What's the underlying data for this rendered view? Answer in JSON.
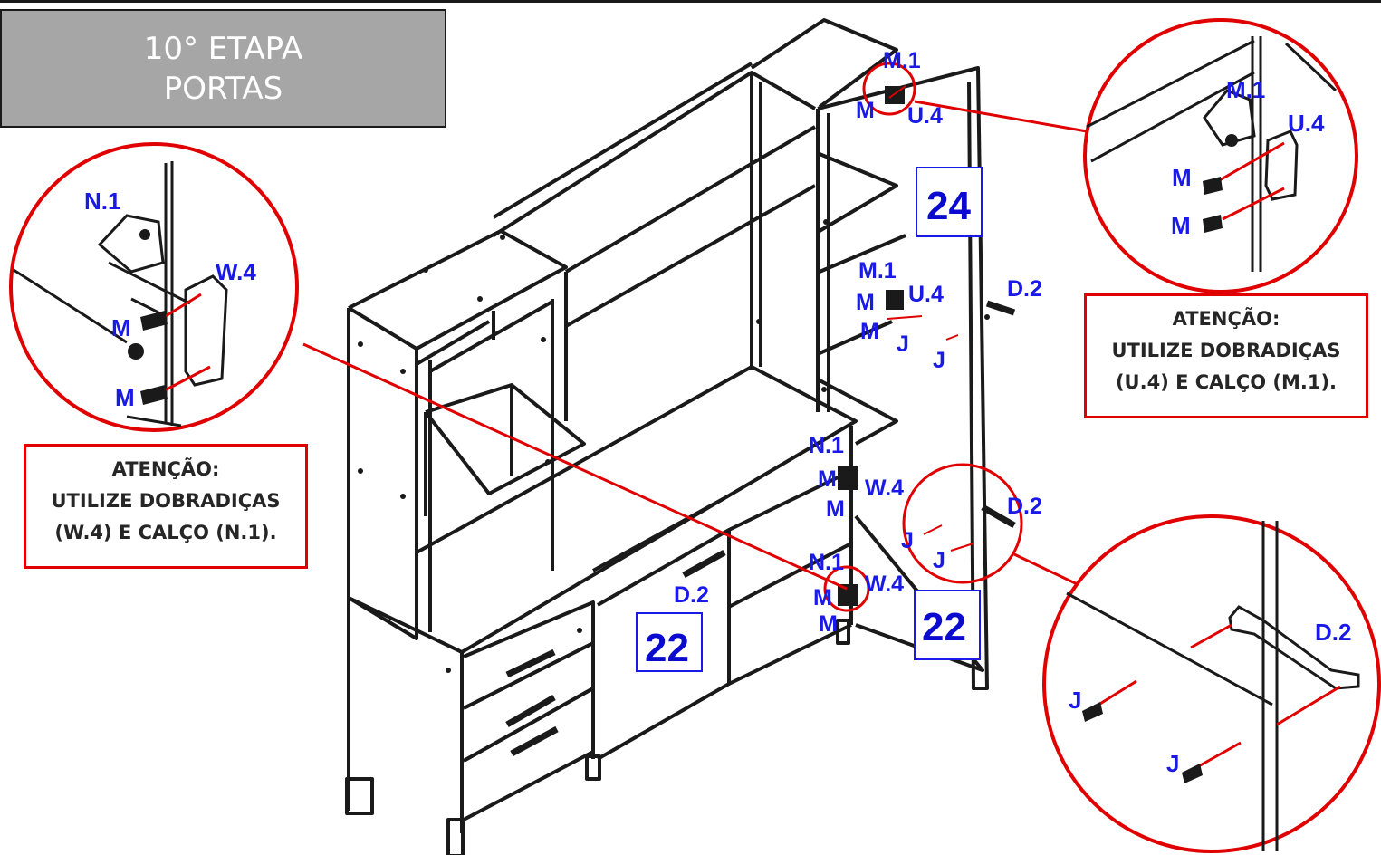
{
  "header": {
    "title_line1": "10° ETAPA",
    "title_line2": "PORTAS"
  },
  "notes": {
    "left": {
      "line1": "ATENÇÃO:",
      "line2": "UTILIZE DOBRADIÇAS",
      "line3": "(W.4) E CALÇO (N.1)."
    },
    "right": {
      "line1": "ATENÇÃO:",
      "line2": "UTILIZE DOBRADIÇAS",
      "line3": "(U.4) E CALÇO (M.1)."
    }
  },
  "part_labels": {
    "m1": "M.1",
    "u4": "U.4",
    "m": "M",
    "n1": "N.1",
    "w4": "W.4",
    "d2": "D.2",
    "j": "J",
    "num24": "24",
    "num22": "22"
  },
  "colors": {
    "accent": "#e00000",
    "label_blue": "#1a1ae6",
    "title_bg": "#a6a6a6",
    "line": "#1a1a1a"
  }
}
